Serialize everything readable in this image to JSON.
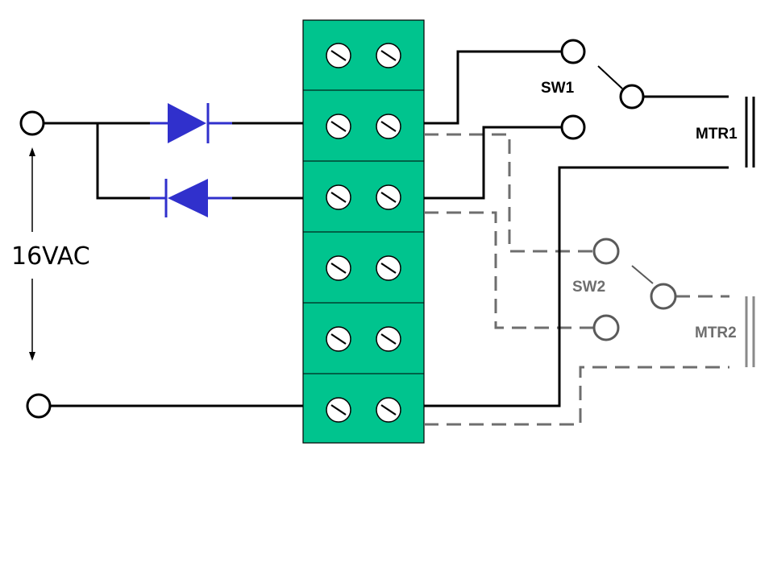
{
  "colors": {
    "terminal_block": "#00c48e",
    "diode": "#3030cc",
    "wire": "#000000",
    "dashed_wire": "#6e6e6e",
    "label_gray": "#6e6e6e"
  },
  "labels": {
    "supply": "16VAC",
    "sw1": "SW1",
    "mtr1": "MTR1",
    "sw2": "SW2",
    "mtr2": "MTR2"
  }
}
